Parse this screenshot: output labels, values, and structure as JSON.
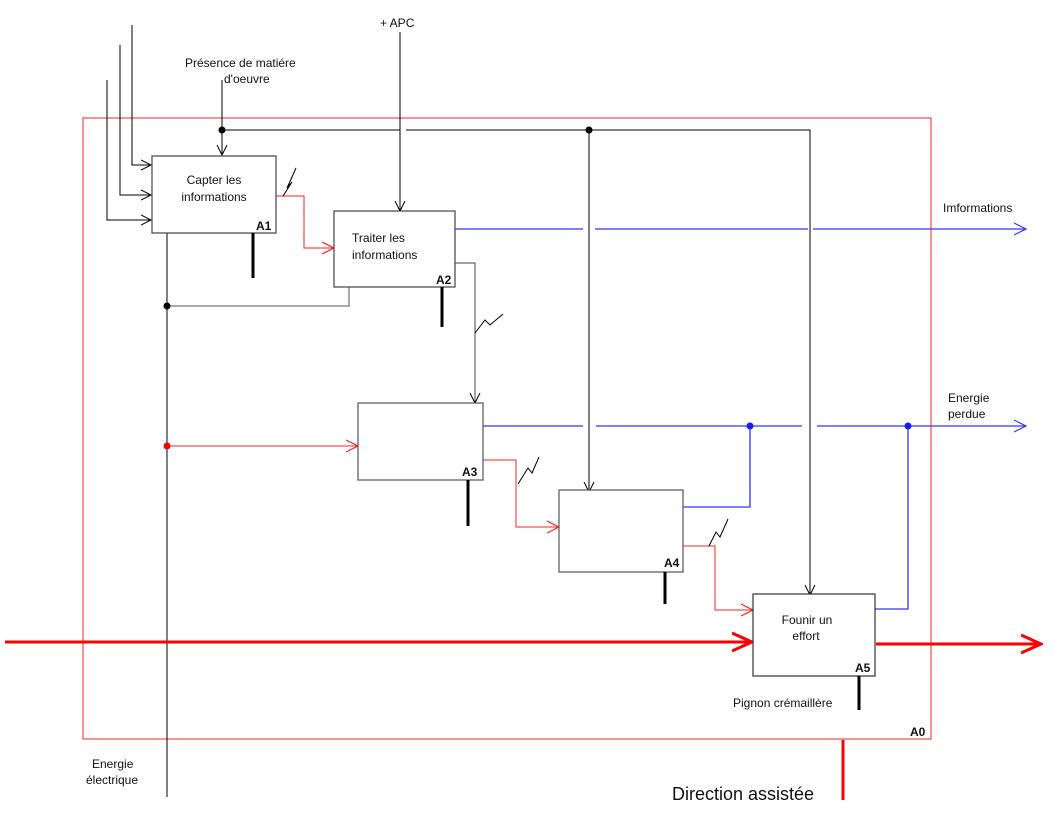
{
  "diagram": {
    "type": "SADT",
    "title": "Direction assistée",
    "frame_tag": "A0",
    "colors": {
      "frame": "#ff0000",
      "energy": "#ff0000",
      "info": "#3333ff",
      "control": "#000000",
      "box": "#444444"
    },
    "boxes": [
      {
        "id": "A1",
        "label_lines": [
          "Capter les",
          "informations"
        ]
      },
      {
        "id": "A2",
        "label_lines": [
          "Traiter les",
          "informations"
        ]
      },
      {
        "id": "A3",
        "label_lines": []
      },
      {
        "id": "A4",
        "label_lines": []
      },
      {
        "id": "A5",
        "label_lines": [
          "Founir un",
          "effort"
        ]
      }
    ],
    "labels": {
      "presence_line1": "Présence de matiére",
      "presence_line2": "d'oeuvre",
      "apc": "+ APC",
      "informations_out": "Imformations",
      "energie_perdue_line1": "Energie",
      "energie_perdue_line2": "perdue",
      "energie_elec_line1": "Energie",
      "energie_elec_line2": "électrique",
      "pignon": "Pignon crémaillère",
      "direction": "Direction assistée"
    }
  }
}
